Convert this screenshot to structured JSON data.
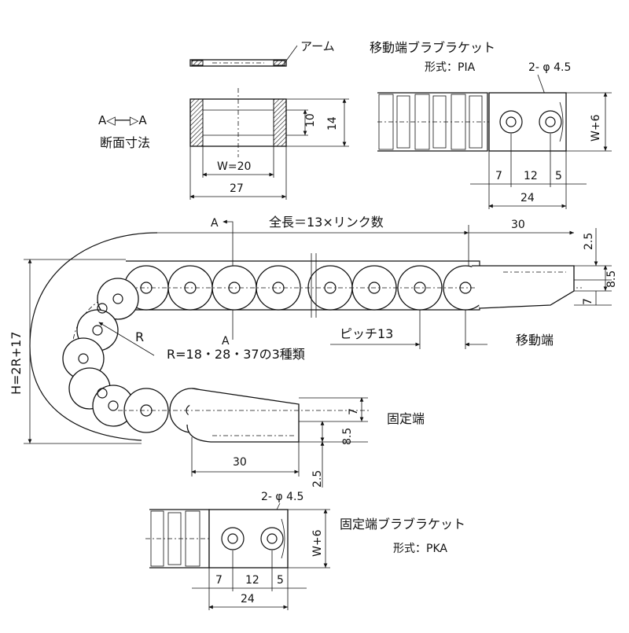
{
  "arm": {
    "label": "アーム"
  },
  "moving_bracket": {
    "title": "移動端ブラブラケット",
    "model": "形式：PIA",
    "holes": "2- φ 4.5",
    "width": "W+6",
    "dim_a": "7",
    "dim_b": "12",
    "dim_c": "5",
    "dim_total": "24"
  },
  "section": {
    "arrow": "A◁──▷A",
    "title": "断面寸法",
    "inner": "10",
    "outer": "14",
    "width": "W=20",
    "total": "27"
  },
  "main": {
    "section_mark_top": "A",
    "section_mark_bottom": "A",
    "length": "全長＝13×リンク数",
    "top_right_len": "30",
    "top_gap": "2.5",
    "top_h1": "8.5",
    "top_h2": "7",
    "pitch": "ピッチ13",
    "moving_end": "移動端",
    "radius_mark": "R",
    "radius": "R=18・28・37の3種類",
    "height": "H=2R+17",
    "fixed_end": "固定端",
    "fix_h1": "7",
    "fix_h2": "8.5",
    "fix_len": "30",
    "fix_gap": "2.5"
  },
  "fixed_bracket": {
    "title": "固定端ブラブラケット",
    "model": "形式：PKA",
    "holes": "2- φ 4.5",
    "width": "W+6",
    "dim_a": "7",
    "dim_b": "12",
    "dim_c": "5",
    "dim_total": "24"
  }
}
